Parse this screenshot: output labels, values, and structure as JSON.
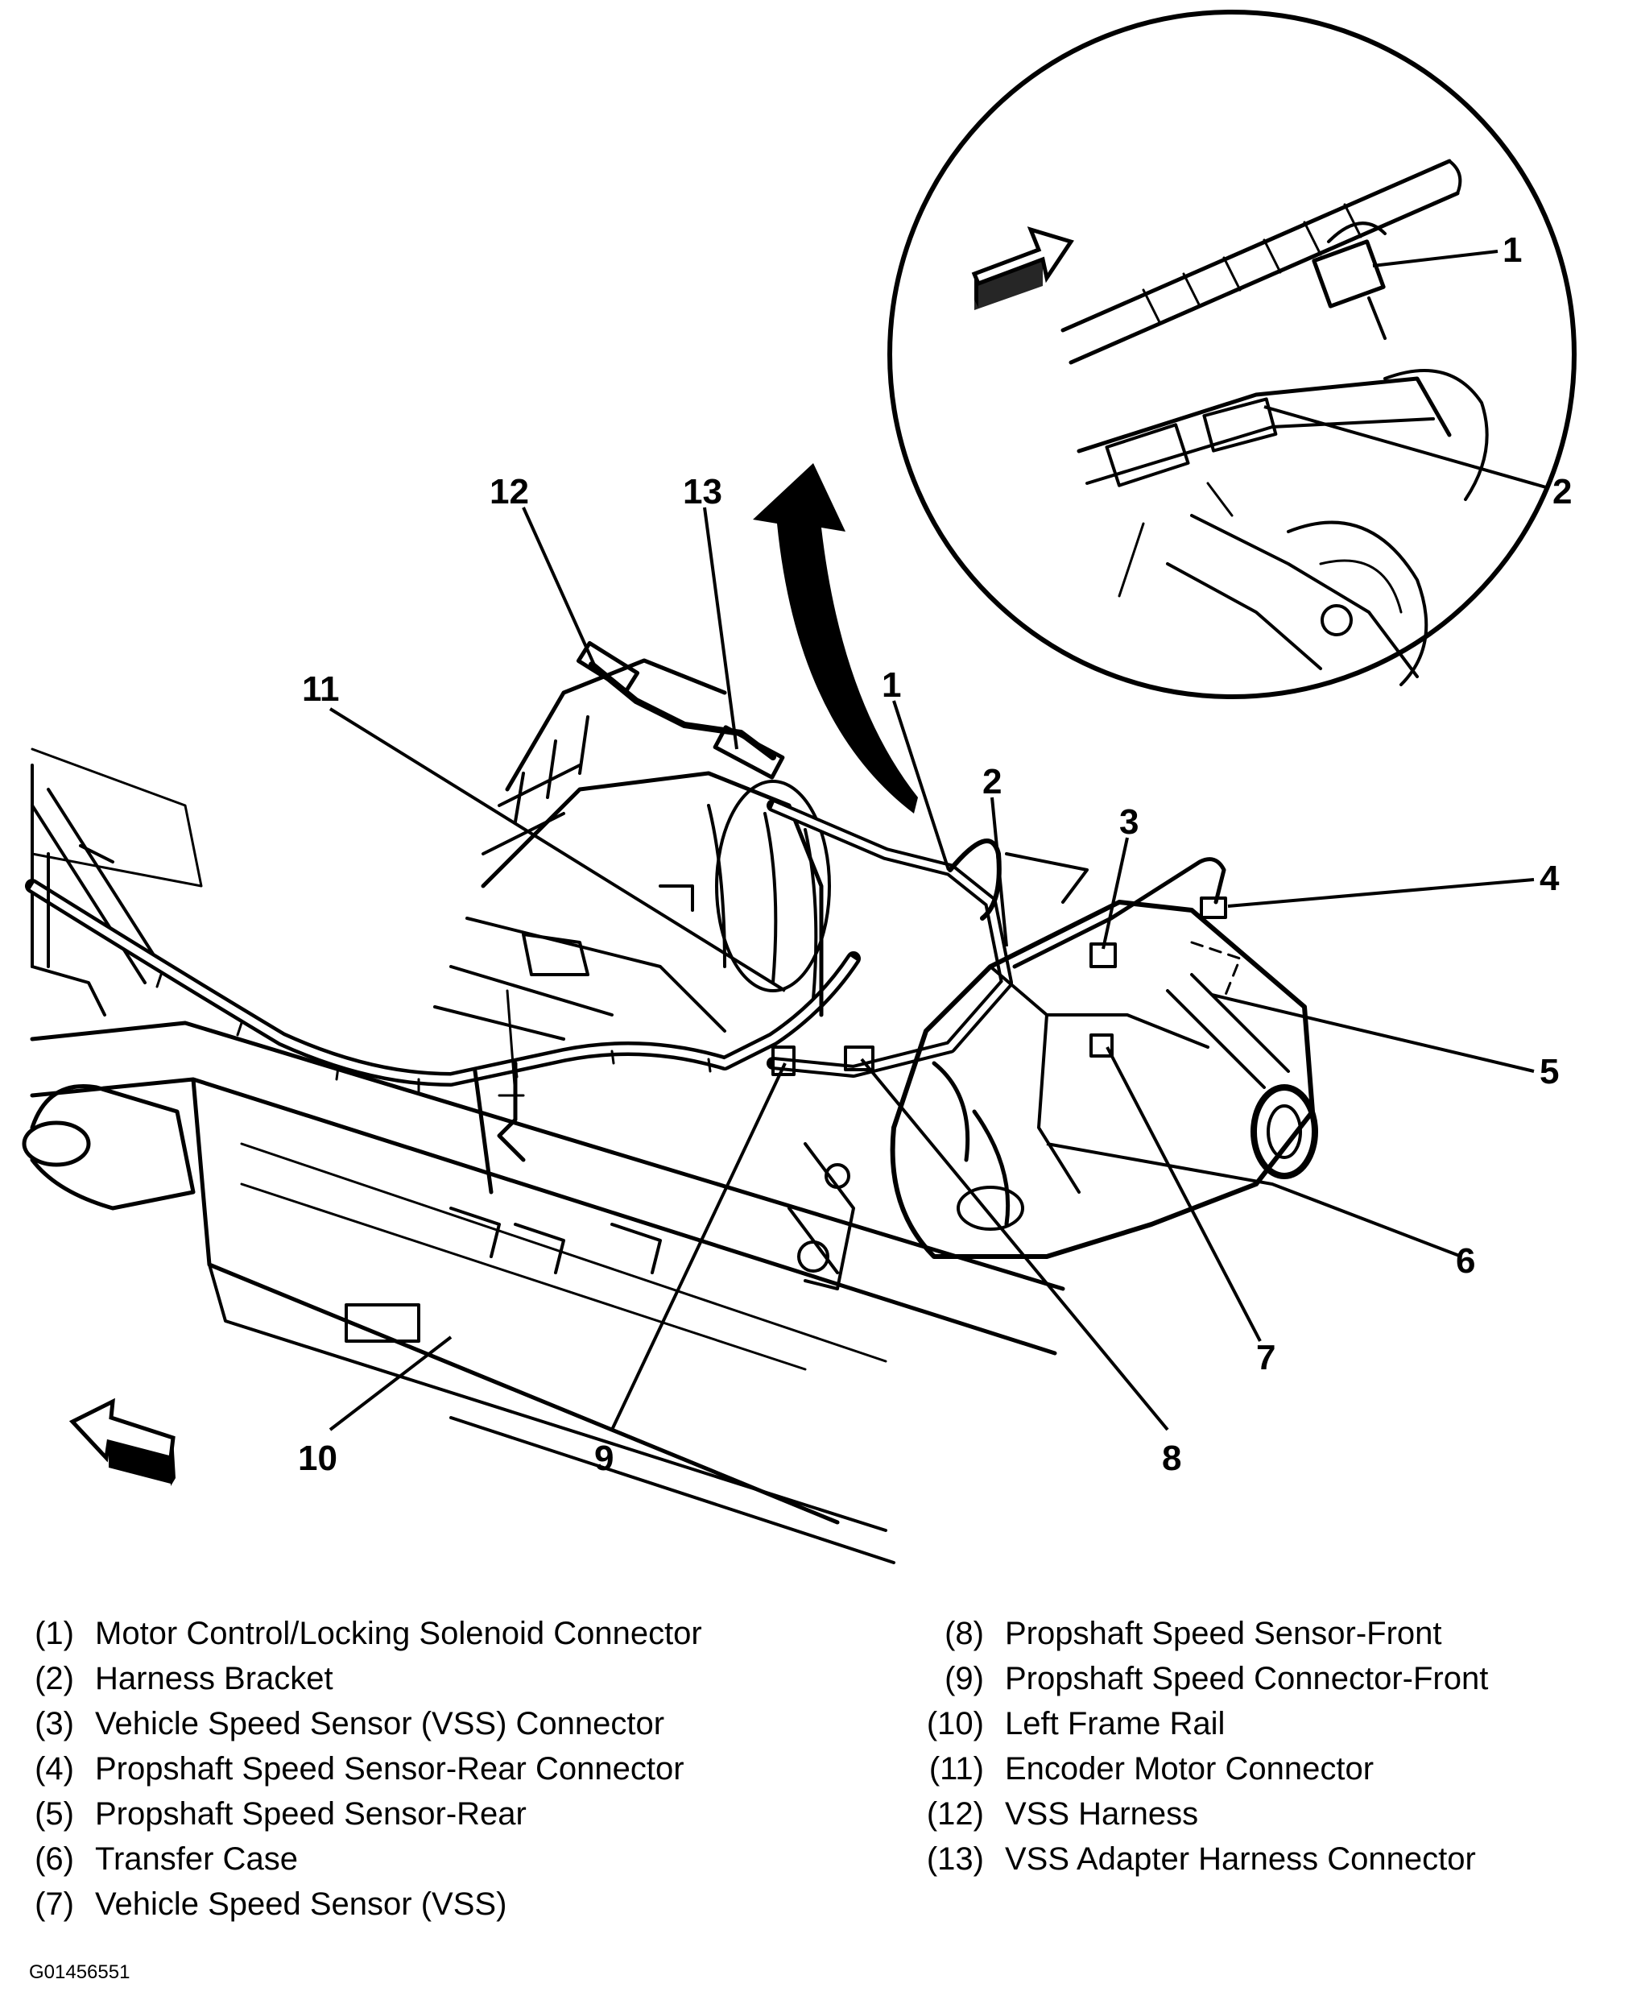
{
  "callouts": {
    "c1": "1",
    "c2": "2",
    "c3": "3",
    "c4": "4",
    "c5": "5",
    "c6": "6",
    "c7": "7",
    "c8": "8",
    "c9": "9",
    "c10": "10",
    "c11": "11",
    "c12": "12",
    "c13": "13",
    "inset1": "1",
    "inset2": "2"
  },
  "legend": {
    "left": [
      {
        "num": "(1)",
        "text": "Motor Control/Locking Solenoid Connector"
      },
      {
        "num": "(2)",
        "text": "Harness Bracket"
      },
      {
        "num": "(3)",
        "text": "Vehicle Speed Sensor (VSS) Connector"
      },
      {
        "num": "(4)",
        "text": "Propshaft Speed Sensor-Rear Connector"
      },
      {
        "num": "(5)",
        "text": "Propshaft Speed Sensor-Rear"
      },
      {
        "num": "(6)",
        "text": "Transfer Case"
      },
      {
        "num": "(7)",
        "text": "Vehicle Speed Sensor (VSS)"
      }
    ],
    "right": [
      {
        "num": "(8)",
        "text": "Propshaft Speed Sensor-Front"
      },
      {
        "num": "(9)",
        "text": "Propshaft Speed Connector-Front"
      },
      {
        "num": "(10)",
        "text": "Left Frame Rail"
      },
      {
        "num": "(11)",
        "text": "Encoder Motor Connector"
      },
      {
        "num": "(12)",
        "text": "VSS Harness"
      },
      {
        "num": "(13)",
        "text": "VSS Adapter Harness Connector"
      }
    ]
  },
  "figure_id": "G01456551"
}
